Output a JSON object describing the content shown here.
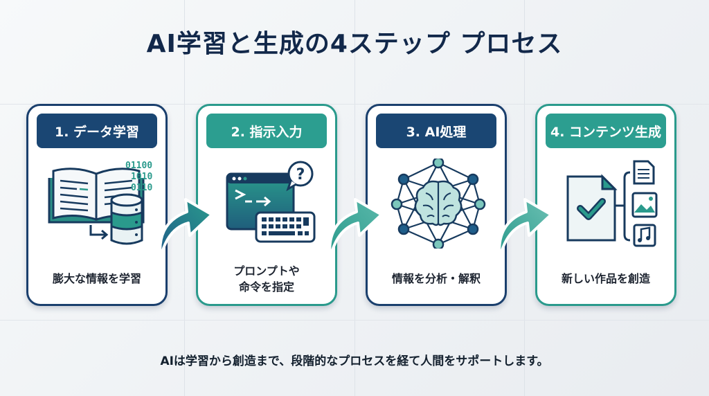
{
  "title": "AI学習と生成の4ステップ プロセス",
  "steps": [
    {
      "header": "1. データ学習",
      "description": "膨大な情報を学習",
      "icon": "book-database-icon",
      "binary": [
        "01100",
        "1010",
        "0110"
      ],
      "theme": "navy"
    },
    {
      "header": "2. 指示入力",
      "description_lines": [
        "プロンプトや",
        "命令を指定"
      ],
      "icon": "terminal-keyboard-icon",
      "theme": "teal"
    },
    {
      "header": "3. AI処理",
      "description": "情報を分析・解釈",
      "icon": "brain-network-icon",
      "theme": "navy"
    },
    {
      "header": "4. コンテンツ生成",
      "description": "新しい作品を創造",
      "icon": "content-output-icon",
      "theme": "teal"
    }
  ],
  "footer": "AIは学習から創造まで、段階的なプロセスを経て人間をサポートします。",
  "colors": {
    "navy": "#1a4673",
    "teal": "#2c9e90",
    "title": "#12284a"
  }
}
